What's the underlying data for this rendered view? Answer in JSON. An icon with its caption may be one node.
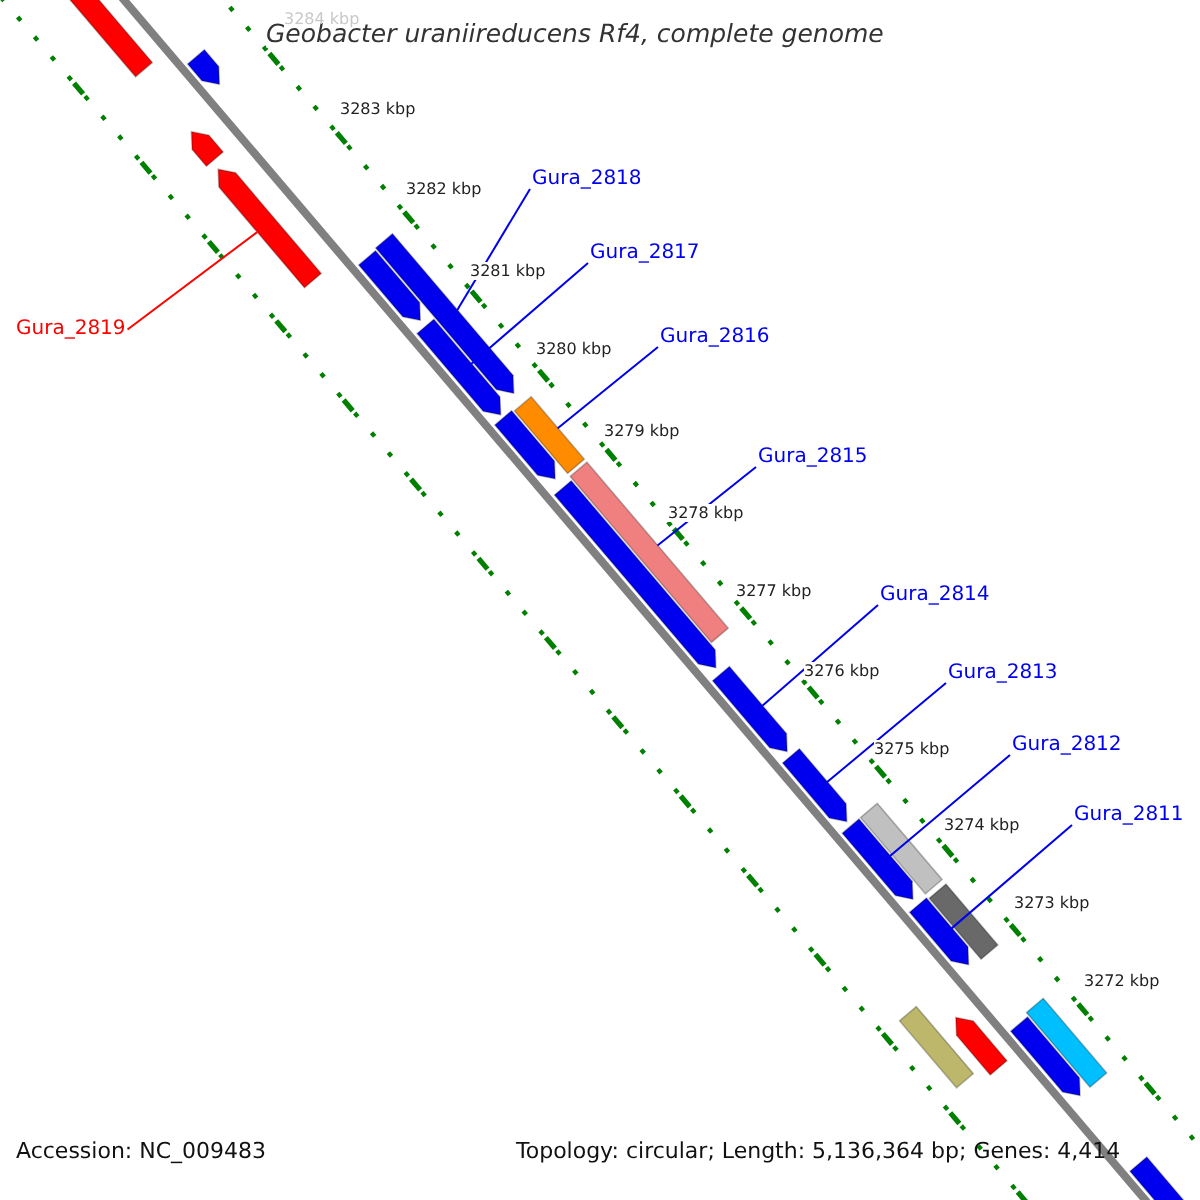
{
  "diagram": {
    "title": "Geobacter uraniireducens Rf4, complete genome",
    "nodes": [
      {
        "text": [
          "Gura_2818"
        ]
      },
      {
        "text": [
          "Gura_2817"
        ]
      },
      {
        "text": [
          "Gura_2819"
        ]
      },
      {
        "text": [
          "Gura_2816"
        ]
      },
      {
        "text": [
          "Gura_2815"
        ]
      },
      {
        "text": [
          "Gura_2814"
        ]
      },
      {
        "text": [
          "Gura_2813"
        ]
      },
      {
        "text": [
          "Gura_2812"
        ]
      },
      {
        "text": [
          "Gura_2811"
        ]
      },
      {
        "text": [],
        "shape": "bar"
      },
      {
        "text": [],
        "shape": "bar"
      },
      {
        "text": [],
        "shape": "bar"
      },
      {
        "text": [],
        "shape": "bar"
      },
      {
        "text": [],
        "shape": "bar"
      },
      {
        "text": [],
        "shape": "bar"
      },
      {
        "text": [],
        "shape": "bar"
      },
      {
        "text": [],
        "shape": "bar"
      },
      {
        "text": [],
        "shape": "bar"
      },
      {
        "text": [],
        "shape": "bar"
      },
      {
        "text": [],
        "shape": "bar"
      },
      {
        "text": [],
        "shape": "bar"
      },
      {
        "text": [],
        "shape": "bar"
      },
      {
        "text": [],
        "shape": "bar"
      },
      {
        "text": [],
        "shape": "bar"
      },
      {
        "text": [],
        "shape": "bar"
      },
      {
        "text": [],
        "shape": "bar"
      },
      {
        "text": [],
        "shape": "bar"
      },
      {
        "text": [],
        "shape": "bar"
      },
      {
        "text": [],
        "shape": "bar"
      },
      {
        "text": [],
        "shape": "bar"
      },
      {
        "text": [],
        "shape": "bar"
      }
    ],
    "edges": [
      {
        "from": 0,
        "to": 13,
        "arrow": "none"
      },
      {
        "from": 1,
        "to": 15,
        "arrow": "none"
      },
      {
        "from": 2,
        "to": 12,
        "arrow": "none",
        "color": "#ff0000"
      },
      {
        "from": 3,
        "to": 17,
        "arrow": "none"
      },
      {
        "from": 4,
        "to": 18,
        "arrow": "none"
      },
      {
        "from": 5,
        "to": 20,
        "arrow": "none"
      },
      {
        "from": 6,
        "to": 21,
        "arrow": "none"
      },
      {
        "from": 7,
        "to": 22,
        "arrow": "none"
      },
      {
        "from": 8,
        "to": 24,
        "arrow": "none"
      }
    ],
    "labels": [
      "3284 kbp",
      "3283 kbp",
      "3282 kbp",
      "3281 kbp",
      "3280 kbp",
      "3279 kbp",
      "3278 kbp",
      "3277 kbp",
      "3276 kbp",
      "3275 kbp",
      "3274 kbp",
      "3273 kbp",
      "3272 kbp",
      "Accession: NC_009483",
      "Topology: circular; Length: 5,136,364 bp; Genes: 4,414"
    ]
  }
}
